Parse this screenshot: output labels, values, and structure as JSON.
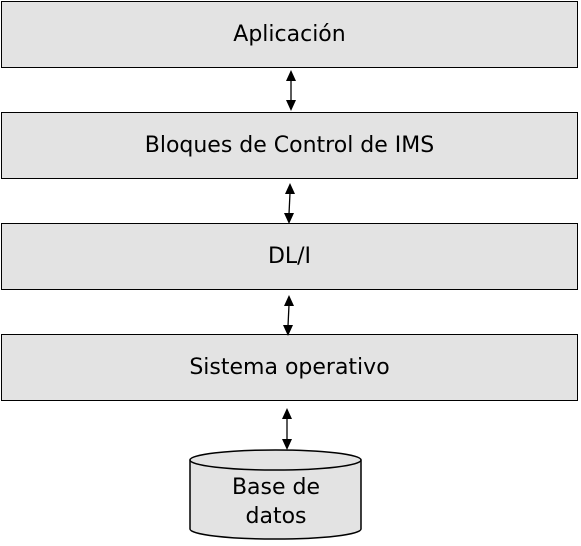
{
  "diagram": {
    "layers": [
      {
        "label": "Aplicación"
      },
      {
        "label": "Bloques de Control de IMS"
      },
      {
        "label": "DL/I"
      },
      {
        "label": "Sistema operativo"
      }
    ],
    "database": {
      "label": "Base de\ndatos"
    },
    "connector_style": "bidirectional-arrow",
    "colors": {
      "box_fill": "#e3e3e3",
      "stroke": "#000000"
    }
  }
}
